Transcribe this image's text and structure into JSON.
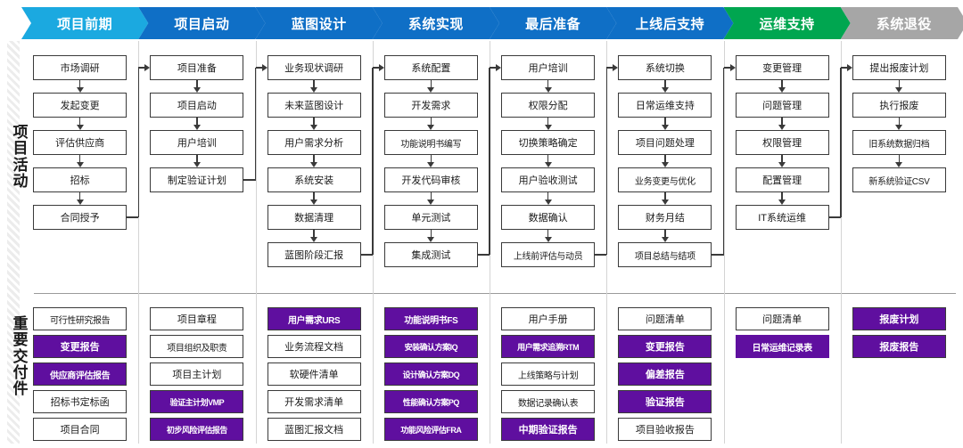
{
  "colors": {
    "phase_cyan": "#1BA9E0",
    "phase_blue": "#0F6FC6",
    "phase_green": "#00A650",
    "phase_gray": "#A6A6A6",
    "highlight_purple": "#5f0f9f",
    "box_border": "#3a3a3a"
  },
  "rows": {
    "activities_label": "项目活动",
    "deliverables_label": "重要交付件"
  },
  "phases": [
    {
      "label": "项目前期",
      "color": "#1BA9E0"
    },
    {
      "label": "项目启动",
      "color": "#0F6FC6"
    },
    {
      "label": "蓝图设计",
      "color": "#0F6FC6"
    },
    {
      "label": "系统实现",
      "color": "#0F6FC6"
    },
    {
      "label": "最后准备",
      "color": "#0F6FC6"
    },
    {
      "label": "上线后支持",
      "color": "#0F6FC6"
    },
    {
      "label": "运维支持",
      "color": "#00A650"
    },
    {
      "label": "系统退役",
      "color": "#A6A6A6"
    }
  ],
  "activities": [
    [
      "市场调研",
      "发起变更",
      "评估供应商",
      "招标",
      "合同授予"
    ],
    [
      "项目准备",
      "项目启动",
      "用户培训",
      "制定验证计划"
    ],
    [
      "业务现状调研",
      "未来蓝图设计",
      "用户需求分析",
      "系统安装",
      "数据清理",
      "蓝图阶段汇报"
    ],
    [
      "系统配置",
      "开发需求",
      "功能说明书编写",
      "开发代码审核",
      "单元测试",
      "集成测试"
    ],
    [
      "用户培训",
      "权限分配",
      "切换策略确定",
      "用户验收测试",
      "数据确认",
      "上线前评估与动员"
    ],
    [
      "系统切换",
      "日常运维支持",
      "项目问题处理",
      "业务变更与优化",
      "财务月结",
      "项目总结与结项"
    ],
    [
      "变更管理",
      "问题管理",
      "权限管理",
      "配置管理",
      "IT系统运维"
    ],
    [
      "提出报废计划",
      "执行报废",
      "旧系统数据归档",
      "新系统验证CSV"
    ]
  ],
  "deliverables": [
    [
      {
        "label": "可行性研究报告",
        "highlight": false
      },
      {
        "label": "变更报告",
        "highlight": true
      },
      {
        "label": "供应商评估报告",
        "highlight": true
      },
      {
        "label": "招标书定标函",
        "highlight": false
      },
      {
        "label": "项目合同",
        "highlight": false
      }
    ],
    [
      {
        "label": "项目章程",
        "highlight": false
      },
      {
        "label": "项目组织及职责",
        "highlight": false
      },
      {
        "label": "项目主计划",
        "highlight": false
      },
      {
        "label": "验证主计划VMP",
        "highlight": true
      },
      {
        "label": "初步风险评估报告",
        "highlight": true
      }
    ],
    [
      {
        "label": "用户需求URS",
        "highlight": true
      },
      {
        "label": "业务流程文档",
        "highlight": false
      },
      {
        "label": "软硬件清单",
        "highlight": false
      },
      {
        "label": "开发需求清单",
        "highlight": false
      },
      {
        "label": "蓝图汇报文档",
        "highlight": false
      }
    ],
    [
      {
        "label": "功能说明书FS",
        "highlight": true
      },
      {
        "label": "安装确认方案IQ",
        "highlight": true
      },
      {
        "label": "设计确认方案DQ",
        "highlight": true
      },
      {
        "label": "性能确认方案PQ",
        "highlight": true
      },
      {
        "label": "功能风险评估FRA",
        "highlight": true
      }
    ],
    [
      {
        "label": "用户手册",
        "highlight": false
      },
      {
        "label": "用户需求追溯RTM",
        "highlight": true
      },
      {
        "label": "上线策略与计划",
        "highlight": false
      },
      {
        "label": "数据记录确认表",
        "highlight": false
      },
      {
        "label": "中期验证报告",
        "highlight": true
      }
    ],
    [
      {
        "label": "问题清单",
        "highlight": false
      },
      {
        "label": "变更报告",
        "highlight": true
      },
      {
        "label": "偏差报告",
        "highlight": true
      },
      {
        "label": "验证报告",
        "highlight": true
      },
      {
        "label": "项目验收报告",
        "highlight": false
      }
    ],
    [
      {
        "label": "问题清单",
        "highlight": false
      },
      {
        "label": "日常运维记录表",
        "highlight": true,
        "noborder": true
      }
    ],
    [
      {
        "label": "报废计划",
        "highlight": true
      },
      {
        "label": "报废报告",
        "highlight": true
      }
    ]
  ]
}
